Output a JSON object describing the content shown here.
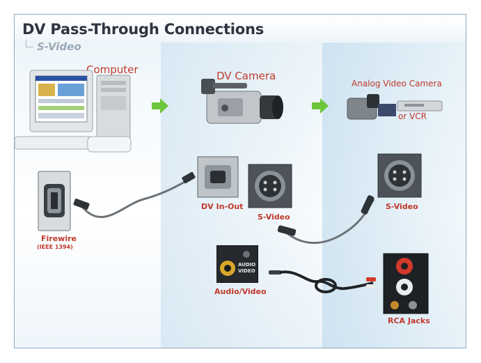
{
  "title": "DV Pass-Through Connections",
  "subtitle": "S-Video",
  "devices": {
    "computer": "Computer",
    "dv_camera": "DV Camera",
    "analog_camera": "Analog Video Camera",
    "or_vcr": "or VCR"
  },
  "ports": {
    "firewire": "Firewire",
    "firewire_sub": "(IEEE 1394)",
    "dv_in_out": "DV In-Out",
    "s_video_camera": "S-Video",
    "s_video_analog": "S-Video",
    "audio_video": "Audio/Video",
    "rca_jacks": "RCA Jacks"
  },
  "port_text": {
    "audio": "AUDIO",
    "video": "VIDEO"
  },
  "colors": {
    "label_red": "#c0392b",
    "arrow_green": "#6cc63b",
    "title": "#2f3440",
    "subtitle": "#9aa9b6"
  }
}
